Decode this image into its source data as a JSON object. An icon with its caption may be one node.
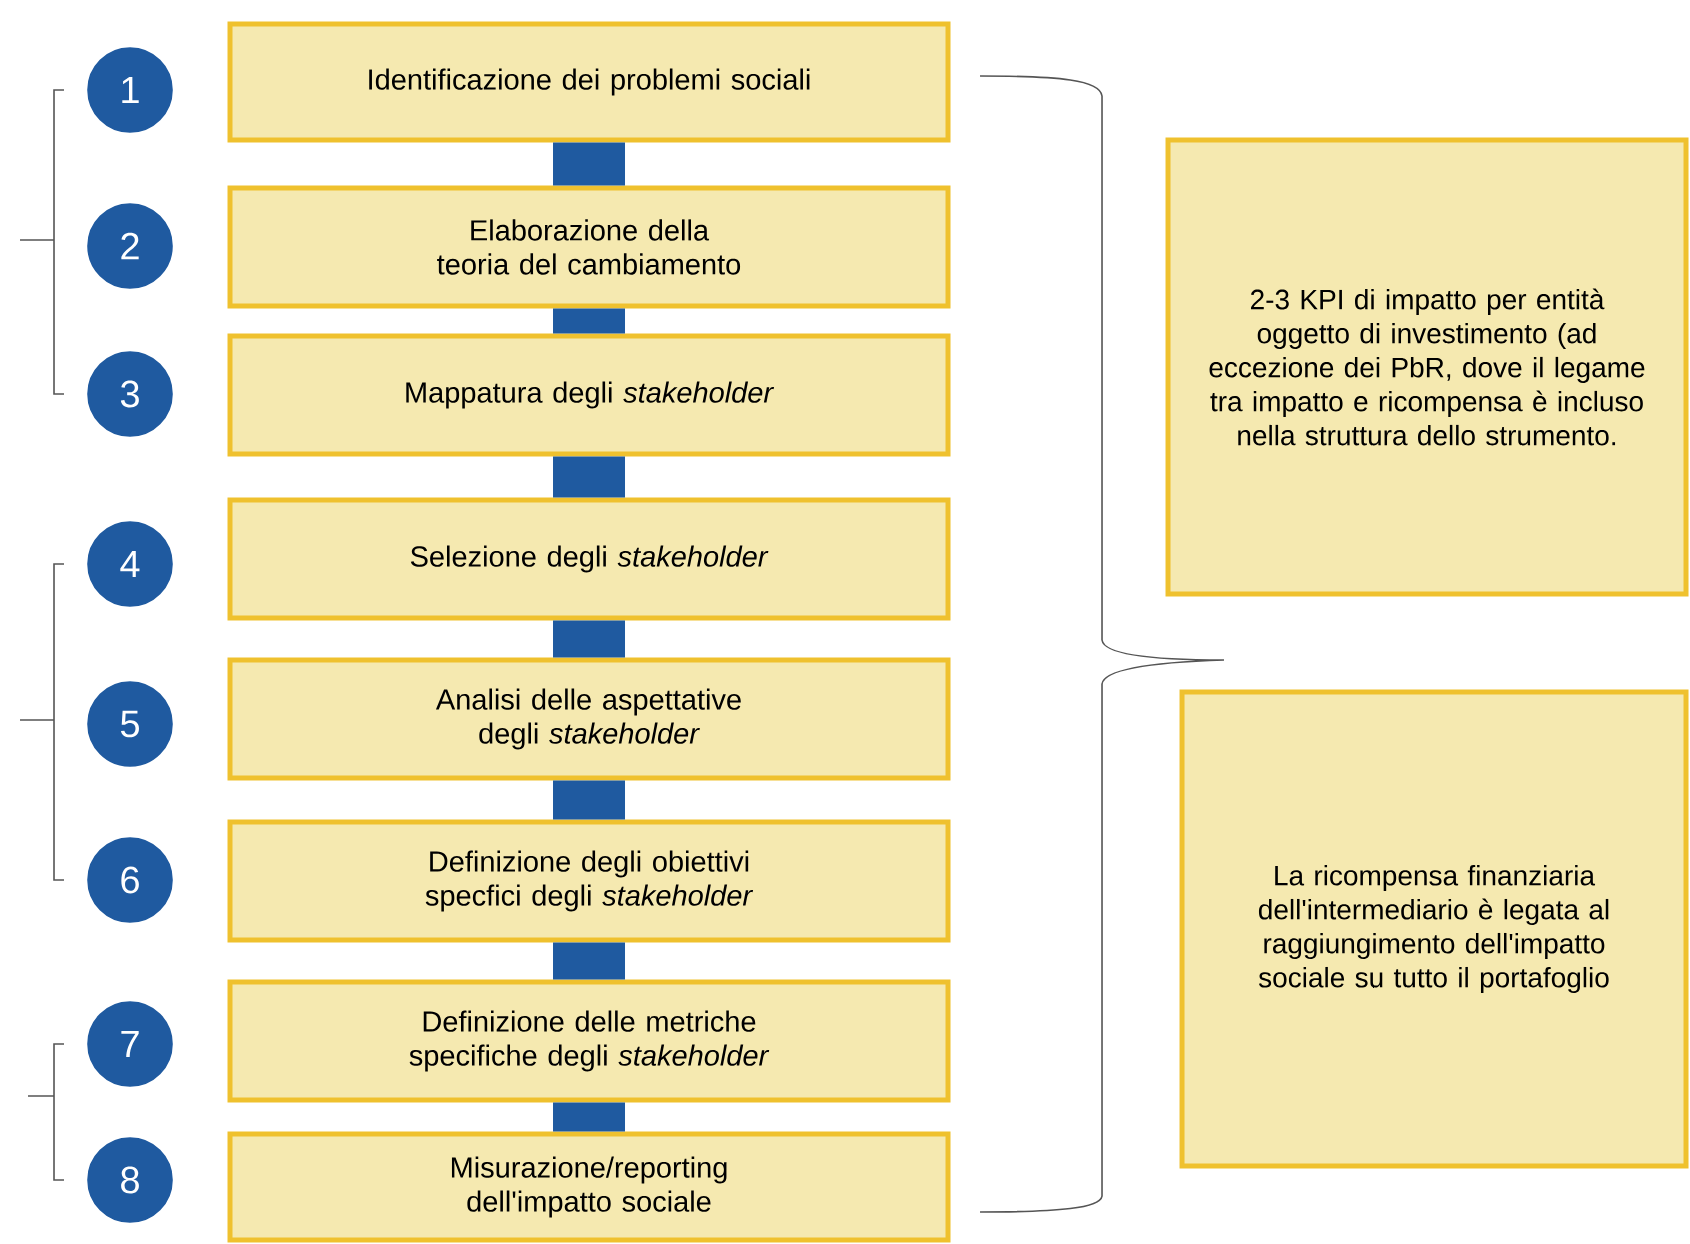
{
  "diagram": {
    "nodes": [
      {
        "text": [
          "1"
        ]
      },
      {
        "text": [
          "Identificazione dei problemi sociali"
        ]
      },
      {
        "text": [
          "2"
        ]
      },
      {
        "text": [
          "Elaborazione della teoria del cambiamento"
        ]
      },
      {
        "text": [
          "3"
        ]
      },
      {
        "text": [
          "Mappatura degli *stakeholder*"
        ]
      },
      {
        "text": [
          "4"
        ]
      },
      {
        "text": [
          "Selezione degli *stakeholder*"
        ]
      },
      {
        "text": [
          "5"
        ]
      },
      {
        "text": [
          "Analisi delle aspettative degli *stakeholder*"
        ]
      },
      {
        "text": [
          "6"
        ]
      },
      {
        "text": [
          "Definizione degli obiettivi specfici degli *stakeholder*"
        ]
      },
      {
        "text": [
          "7"
        ]
      },
      {
        "text": [
          "Definizione delle metriche specifiche degli *stakeholder*"
        ]
      },
      {
        "text": [
          "8"
        ]
      },
      {
        "text": [
          "Misurazione/reporting dell'impatto sociale"
        ]
      },
      {
        "text": [
          "2-3 KPI di impatto per entità oggetto di investimento (ad eccezione dei PbR, dove il legame tra impatto e ricompensa è incluso nella struttura dello strumento."
        ]
      },
      {
        "text": [
          "La ricompensa finanziaria dell'intermediario è legata al raggiungimento dell'impatto sociale su tutto il portafoglio"
        ]
      }
    ],
    "edges": [
      {
        "from": 1,
        "to": 3,
        "arrow": "none"
      },
      {
        "from": 3,
        "to": 5,
        "arrow": "none"
      },
      {
        "from": 5,
        "to": 7,
        "arrow": "none"
      },
      {
        "from": 7,
        "to": 9,
        "arrow": "none"
      },
      {
        "from": 9,
        "to": 11,
        "arrow": "none"
      },
      {
        "from": 11,
        "to": 13,
        "arrow": "none"
      },
      {
        "from": 13,
        "to": 15,
        "arrow": "none"
      }
    ]
  }
}
